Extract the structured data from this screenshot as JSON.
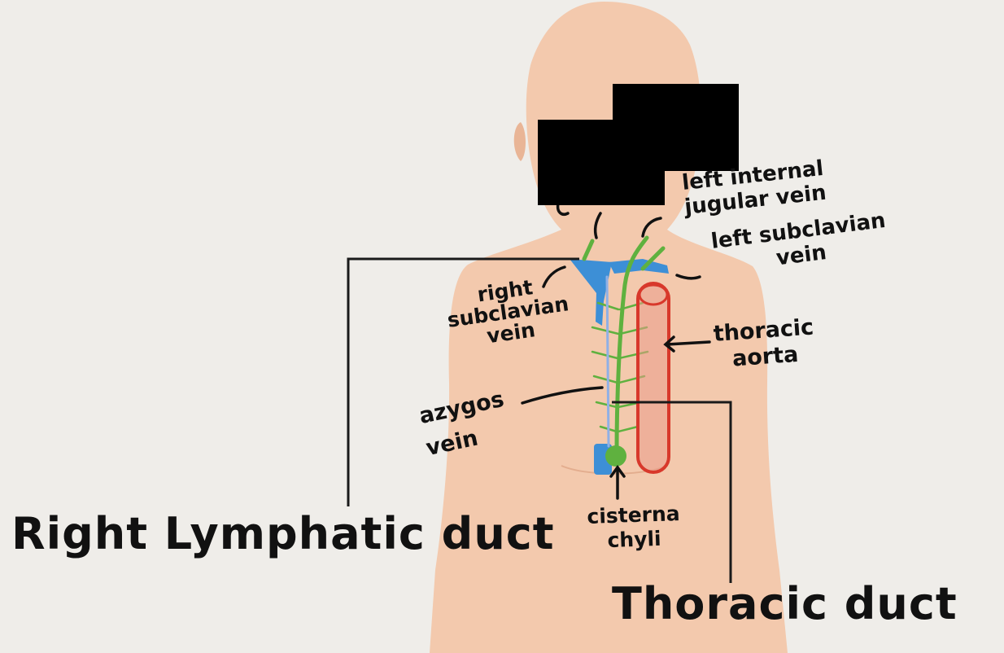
{
  "labels": {
    "left_internal_jugular_vein": "left internal\njugular vein",
    "left_subclavian_vein": "left subclavian\nvein",
    "right_subclavian_vein": "right\nsubclavian\nvein",
    "thoracic_aorta": "thoracic\naorta",
    "azygos_vein": "azygos\nvein",
    "cisterna_chyli": "cisterna\nchyli",
    "right_lymphatic_duct": "Right Lymphatic duct",
    "thoracic_duct": "Thoracic duct"
  },
  "colors": {
    "background": "#efede9",
    "skin": "#f3c9ad",
    "skin_shadow": "#e9b596",
    "vein_blue": "#3d8fd6",
    "lymph_green": "#5fb13f",
    "aorta_red": "#d8382b",
    "aorta_fill": "#e99a8a",
    "ink": "#111111",
    "redaction": "#000000"
  }
}
